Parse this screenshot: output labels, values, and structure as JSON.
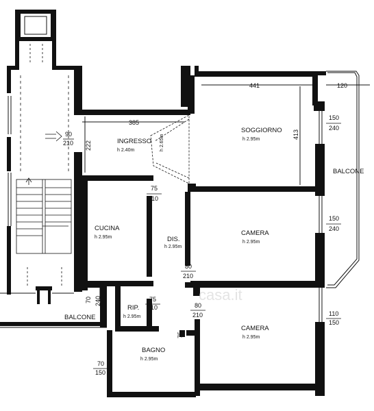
{
  "rooms": {
    "ingresso": {
      "name": "INGRESSO",
      "height": "h 2.40m"
    },
    "soggiorno": {
      "name": "SOGGIORNO",
      "height": "h 2.95m"
    },
    "cucina": {
      "name": "CUCINA",
      "height": "h 2.95m"
    },
    "dis": {
      "name": "DIS.",
      "height": "h 2.95m"
    },
    "camera1": {
      "name": "CAMERA",
      "height": "h 2.95m"
    },
    "rip": {
      "name": "RIP.",
      "height": "h 2.95m"
    },
    "camera2": {
      "name": "CAMERA",
      "height": "h 2.95m"
    },
    "bagno": {
      "name": "BAGNO",
      "height": "h 2.95m"
    },
    "balcone_right": {
      "name": "BALCONE"
    },
    "balcone_left": {
      "name": "BALCONE"
    },
    "corridor_height": "h 2.65m"
  },
  "dimensions": {
    "soggiorno_width": "441",
    "balcony_width": "120",
    "ingresso_width": "385",
    "ingresso_depth": "222",
    "soggiorno_depth": "413",
    "entry_door_w": "90",
    "entry_door_h": "210",
    "soggiorno_win_w": "150",
    "soggiorno_win_h": "240",
    "camera1_win_w": "150",
    "camera1_win_h": "240",
    "cucina_door_w": "75",
    "cucina_door_h": "210",
    "camera1_door_w": "80",
    "camera1_door_h": "210",
    "rip_door_w": "75",
    "rip_door_h": "210",
    "camera2_door_w": "80",
    "camera2_door_h": "210",
    "camera2_win_w": "110",
    "camera2_win_h": "150",
    "cucina_win_w": "70",
    "cucina_win_h": "240",
    "bagno_door": "75",
    "bagno_win_w": "70",
    "bagno_win_h": "150"
  },
  "watermark": "casa.it"
}
